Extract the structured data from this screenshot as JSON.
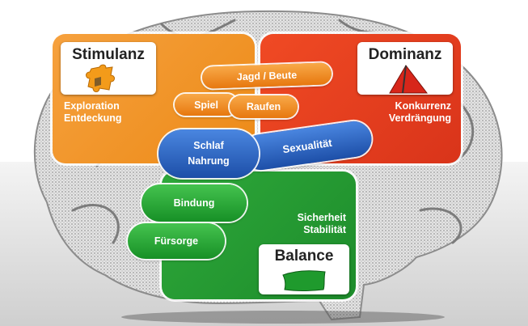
{
  "colors": {
    "stimulanz": "#ec8a17",
    "dominanz": "#e0381c",
    "balance": "#229432",
    "center": "#2a5fbf"
  },
  "quadrants": {
    "stimulanz": {
      "title": "Stimulanz",
      "line1": "Exploration",
      "line2": "Entdeckung",
      "icon": "puzzle-piece-icon"
    },
    "dominanz": {
      "title": "Dominanz",
      "line1": "Konkurrenz",
      "line2": "Verdrängung",
      "icon": "pennant-icon"
    },
    "balance": {
      "title": "Balance",
      "line1": "Sicherheit",
      "line2": "Stabilität",
      "icon": "pillow-icon"
    }
  },
  "pills": {
    "jagd": "Jagd / Beute",
    "spiel": "Spiel",
    "raufen": "Raufen",
    "schlaf": "Schlaf",
    "nahrung": "Nahrung",
    "sexualitaet": "Sexualität",
    "bindung": "Bindung",
    "fuersorge": "Fürsorge"
  },
  "background": {
    "icon": "brain-icon"
  }
}
